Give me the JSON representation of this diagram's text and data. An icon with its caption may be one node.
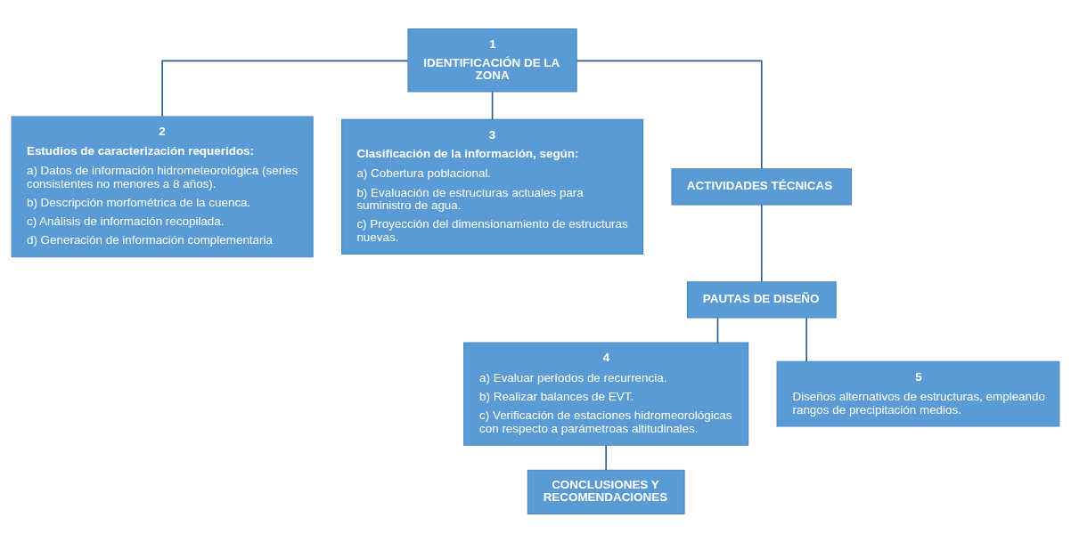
{
  "diagram": {
    "nodes": [
      {
        "text": [
          "1",
          "IDENTIFICACIÓN DE LA ZONA"
        ]
      },
      {
        "text": [
          "2",
          "Estudios de caracterización requeridos:",
          "a) Datos de información hidrometeorológica (series consistentes no menores a 8 años).",
          "b) Descripción morfométrica de la cuenca.",
          "c) Análisis de información recopilada.",
          "d) Generación de información complementaria"
        ]
      },
      {
        "text": [
          "3",
          "Clasificación de la información, según:",
          "a) Cobertura poblacional.",
          "b) Evaluación de estructuras actuales para suministro de agua.",
          "c) Proyección del dimensionamiento de estructuras nuevas."
        ]
      },
      {
        "text": [
          "ACTIVIDADES TÉCNICAS"
        ]
      },
      {
        "text": [
          "PAUTAS DE DISEÑO"
        ]
      },
      {
        "text": [
          "4",
          "a) Evaluar períodos de recurrencia.",
          "b) Realizar balances de EVT.",
          "c) Verificación de estaciones hidromeorológicas con respecto a parámetroas altitudinales."
        ]
      },
      {
        "text": [
          "5",
          "Diseños alternativos de estructuras, empleando rangos de precipitación medios."
        ]
      },
      {
        "text": [
          "CONCLUSIONES Y RECOMENDACIONES"
        ]
      }
    ],
    "edges": [
      {
        "from": 0,
        "to": 1,
        "arrow": "none"
      },
      {
        "from": 0,
        "to": 2,
        "arrow": "none"
      },
      {
        "from": 0,
        "to": 3,
        "arrow": "none"
      },
      {
        "from": 3,
        "to": 4,
        "arrow": "none"
      },
      {
        "from": 4,
        "to": 5,
        "arrow": "none"
      },
      {
        "from": 4,
        "to": 6,
        "arrow": "none"
      },
      {
        "from": 5,
        "to": 7,
        "arrow": "none"
      }
    ]
  }
}
